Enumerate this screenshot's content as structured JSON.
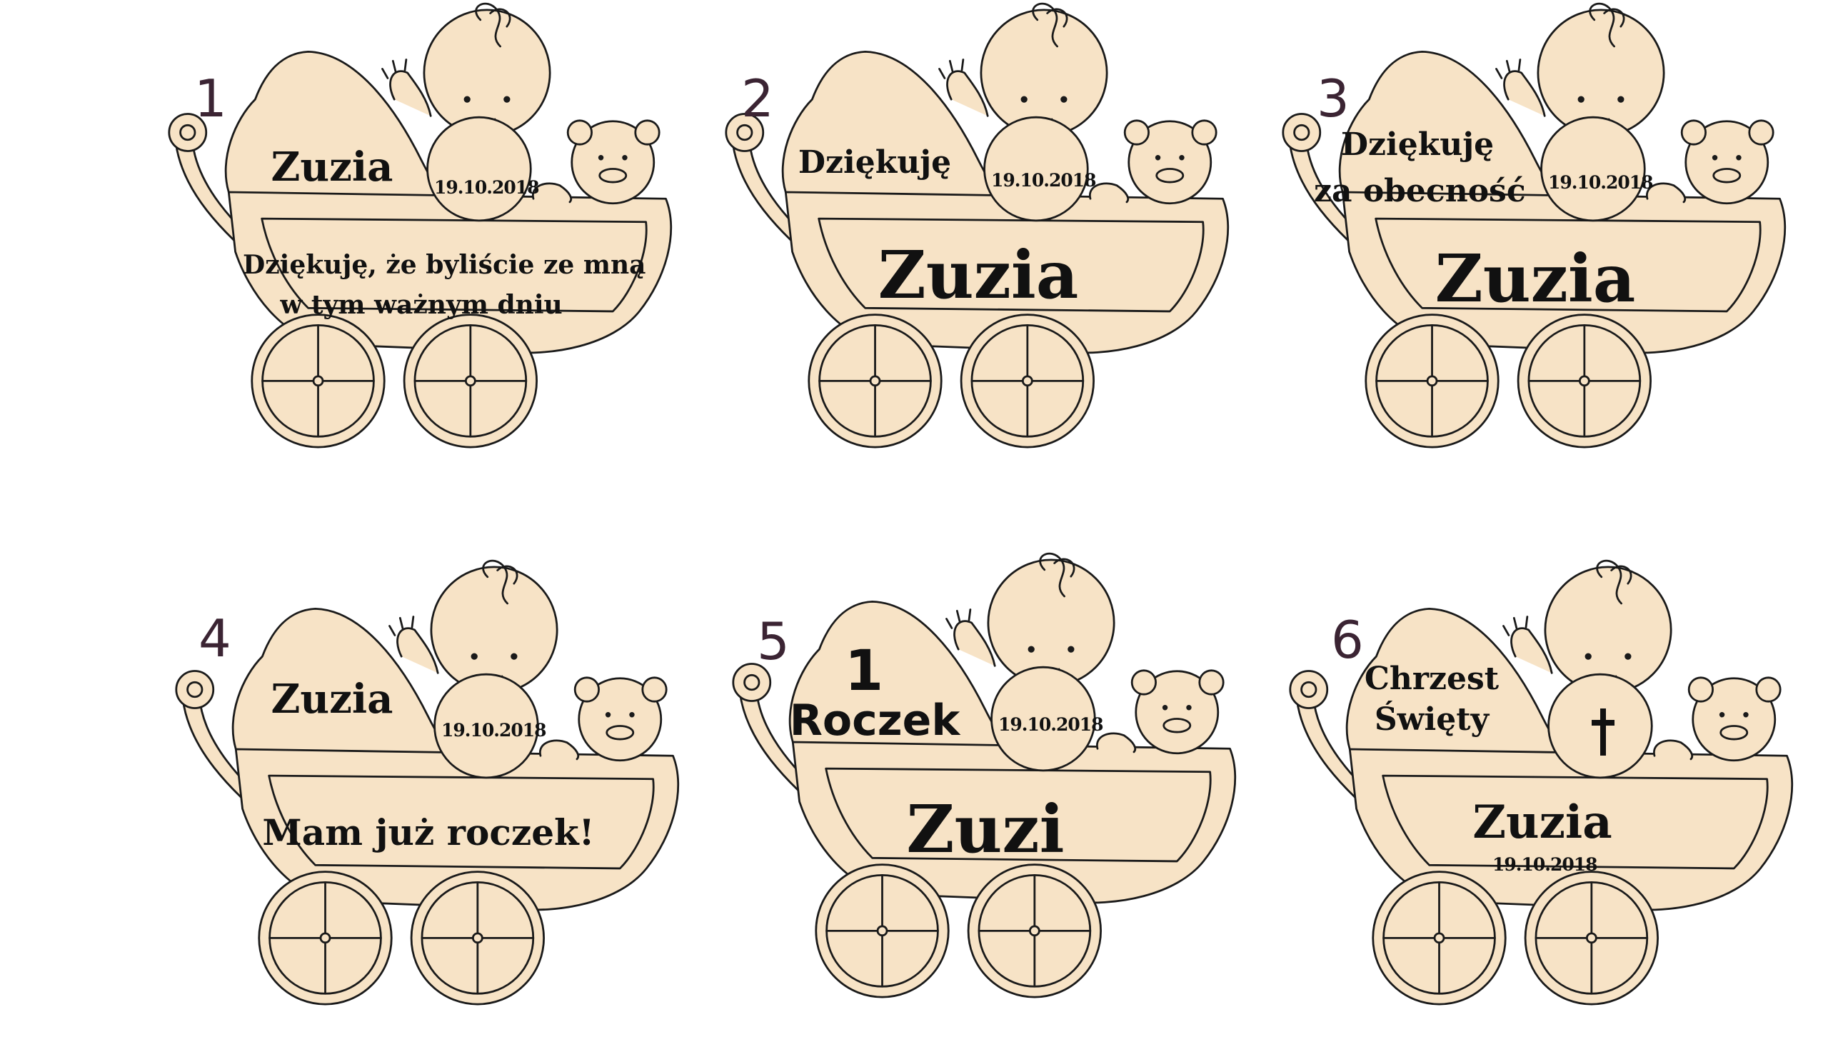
{
  "colors": {
    "wood": "#f7e3c6",
    "outline": "#1a1a1a",
    "number": "#3b2433"
  },
  "cards": [
    {
      "number": "1",
      "side_text": "Zuzia",
      "bib_date": "19.10.2018",
      "body_lines": [
        "Dziękuję, że byliście ze mną",
        "w tym ważnym dniu"
      ]
    },
    {
      "number": "2",
      "side_text": "Dziękuję",
      "bib_date": "19.10.2018",
      "body_name": "Zuzia"
    },
    {
      "number": "3",
      "side_lines": [
        "Dziękuję",
        "za obecność"
      ],
      "bib_date": "19.10.2018",
      "body_name": "Zuzia"
    },
    {
      "number": "4",
      "side_text": "Zuzia",
      "bib_date": "19.10.2018",
      "body_message": "Mam już roczek!"
    },
    {
      "number": "5",
      "side_big": "1",
      "side_word": "Roczek",
      "bib_date": "19.10.2018",
      "body_name": "Zuzi"
    },
    {
      "number": "6",
      "side_lines": [
        "Chrzest",
        "Święty"
      ],
      "bib_icon": "cross-icon",
      "body_name": "Zuzia",
      "body_date": "19.10.2018"
    }
  ]
}
